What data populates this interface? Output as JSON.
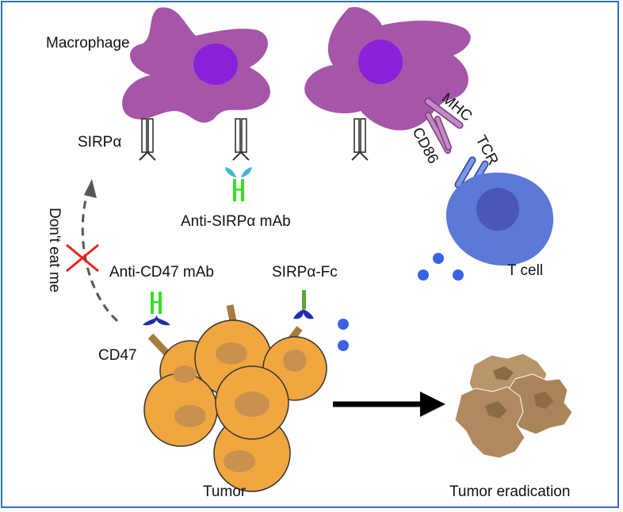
{
  "labels": {
    "macrophage": "Macrophage",
    "sirpa": "SIRPα",
    "anti_sirpa": "Anti-SIRPα mAb",
    "mhc": "MHC",
    "tcr": "TCR",
    "cd86": "CD86",
    "t_cell": "T cell",
    "dont_eat_me": "Don't eat me",
    "anti_cd47": "Anti-CD47 mAb",
    "sirpa_fc": "SIRPα-Fc",
    "cd47": "CD47",
    "tumor": "Tumor",
    "tumor_eradication": "Tumor eradication"
  },
  "colors": {
    "macrophage": "#a656a8",
    "nucleus": "#8a20d8",
    "t_cell": "#5b79d6",
    "tumor": "#f1a640",
    "tumor_nucleus": "#c8924e",
    "cd47": "#a67c3e",
    "antibody_green": "#34e020",
    "antibody_blue": "#1d2ea8",
    "sirpa_antibody": "#3fb6d6",
    "dot": "#3a63e3",
    "block_x": "#ee2020",
    "dead_tumor": "#b8956a",
    "border": "#2f6fb5"
  }
}
